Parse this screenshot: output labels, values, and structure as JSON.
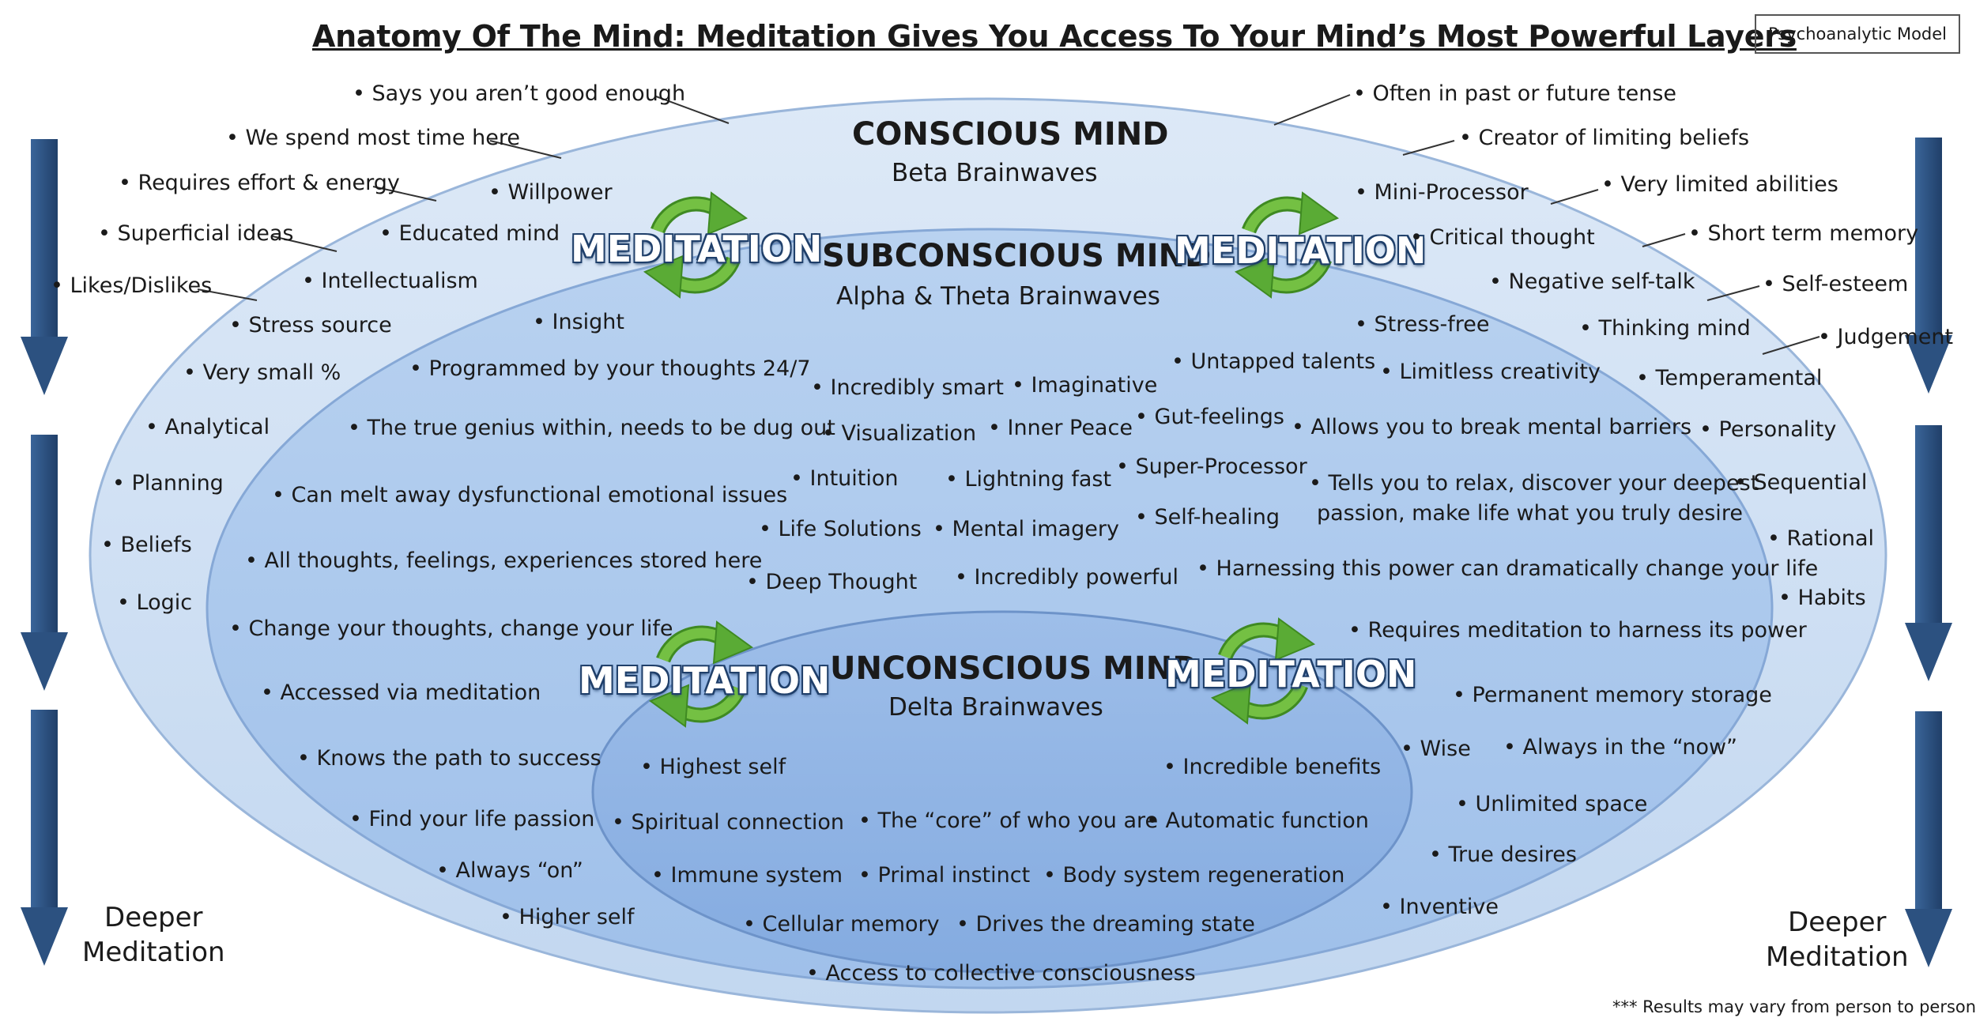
{
  "title": "Anatomy Of The Mind: Meditation Gives You Access To Your Mind’s Most Powerful Layers",
  "model_label": "Psychoanalytic Model",
  "colors": {
    "outer_ellipse": "#cfe0f4",
    "middle_ellipse": "#a9c7ec",
    "inner_ellipse": "#8eb3e4",
    "arrow": "#2c5180",
    "meditation_cycle": "#5aab35"
  },
  "conscious": {
    "heading": "CONSCIOUS MIND",
    "subtitle": "Beta Brainwaves",
    "outer_left": [
      "Says you aren’t good enough",
      "We spend most time here",
      "Requires effort & energy",
      "Superficial ideas",
      "Likes/Dislikes"
    ],
    "outer_right": [
      "Often in past or future tense",
      "Creator of limiting beliefs",
      "Very limited abilities",
      "Short term memory",
      "Self-esteem",
      "Judgement"
    ],
    "inside_left": [
      "Willpower",
      "Educated mind",
      "Intellectualism",
      "Stress source",
      "Very small %",
      "Analytical",
      "Planning",
      "Beliefs",
      "Logic"
    ],
    "inside_right": [
      "Mini-Processor",
      "Critical thought",
      "Negative self-talk",
      "Thinking mind",
      "Temperamental",
      "Personality",
      "Sequential",
      "Rational",
      "Habits"
    ]
  },
  "subconscious": {
    "heading": "SUBCONSCIOUS MIND",
    "subtitle": "Alpha & Theta Brainwaves",
    "items": [
      "Insight",
      "Programmed by your thoughts 24/7",
      "The true genius within, needs to be dug out",
      "Can melt away dysfunctional emotional issues",
      "All thoughts, feelings, experiences stored here",
      "Change your thoughts, change your life",
      "Accessed via meditation",
      "Knows the path to success",
      "Find your life passion",
      "Always “on”",
      "Higher self",
      "Incredibly smart",
      "Imaginative",
      "Visualization",
      "Inner Peace",
      "Gut-feelings",
      "Intuition",
      "Lightning fast",
      "Super-Processor",
      "Life Solutions",
      "Mental imagery",
      "Self-healing",
      "Deep Thought",
      "Incredibly powerful",
      "Stress-free",
      "Untapped talents",
      "Limitless creativity",
      "Allows you to break mental barriers",
      "Tells you to relax, discover your deepest",
      "passion, make life what you truly desire",
      "Harnessing this power can dramatically change your life",
      "Requires meditation to harness its power",
      "Permanent memory storage",
      "Wise",
      "Always in the “now”",
      "Unlimited space",
      "True desires",
      "Inventive"
    ]
  },
  "unconscious": {
    "heading": "UNCONSCIOUS MIND",
    "subtitle": "Delta Brainwaves",
    "items": [
      "Highest self",
      "Incredible benefits",
      "Spiritual connection",
      "The “core” of who you are",
      "Automatic function",
      "Immune system",
      "Primal instinct",
      "Body system regeneration",
      "Cellular memory",
      "Drives the dreaming state",
      "Access to collective consciousness"
    ]
  },
  "meditation_label": "MEDITATION",
  "deeper_meditation": [
    "Deeper",
    "Meditation"
  ],
  "footnote": "*** Results may vary from person to person"
}
